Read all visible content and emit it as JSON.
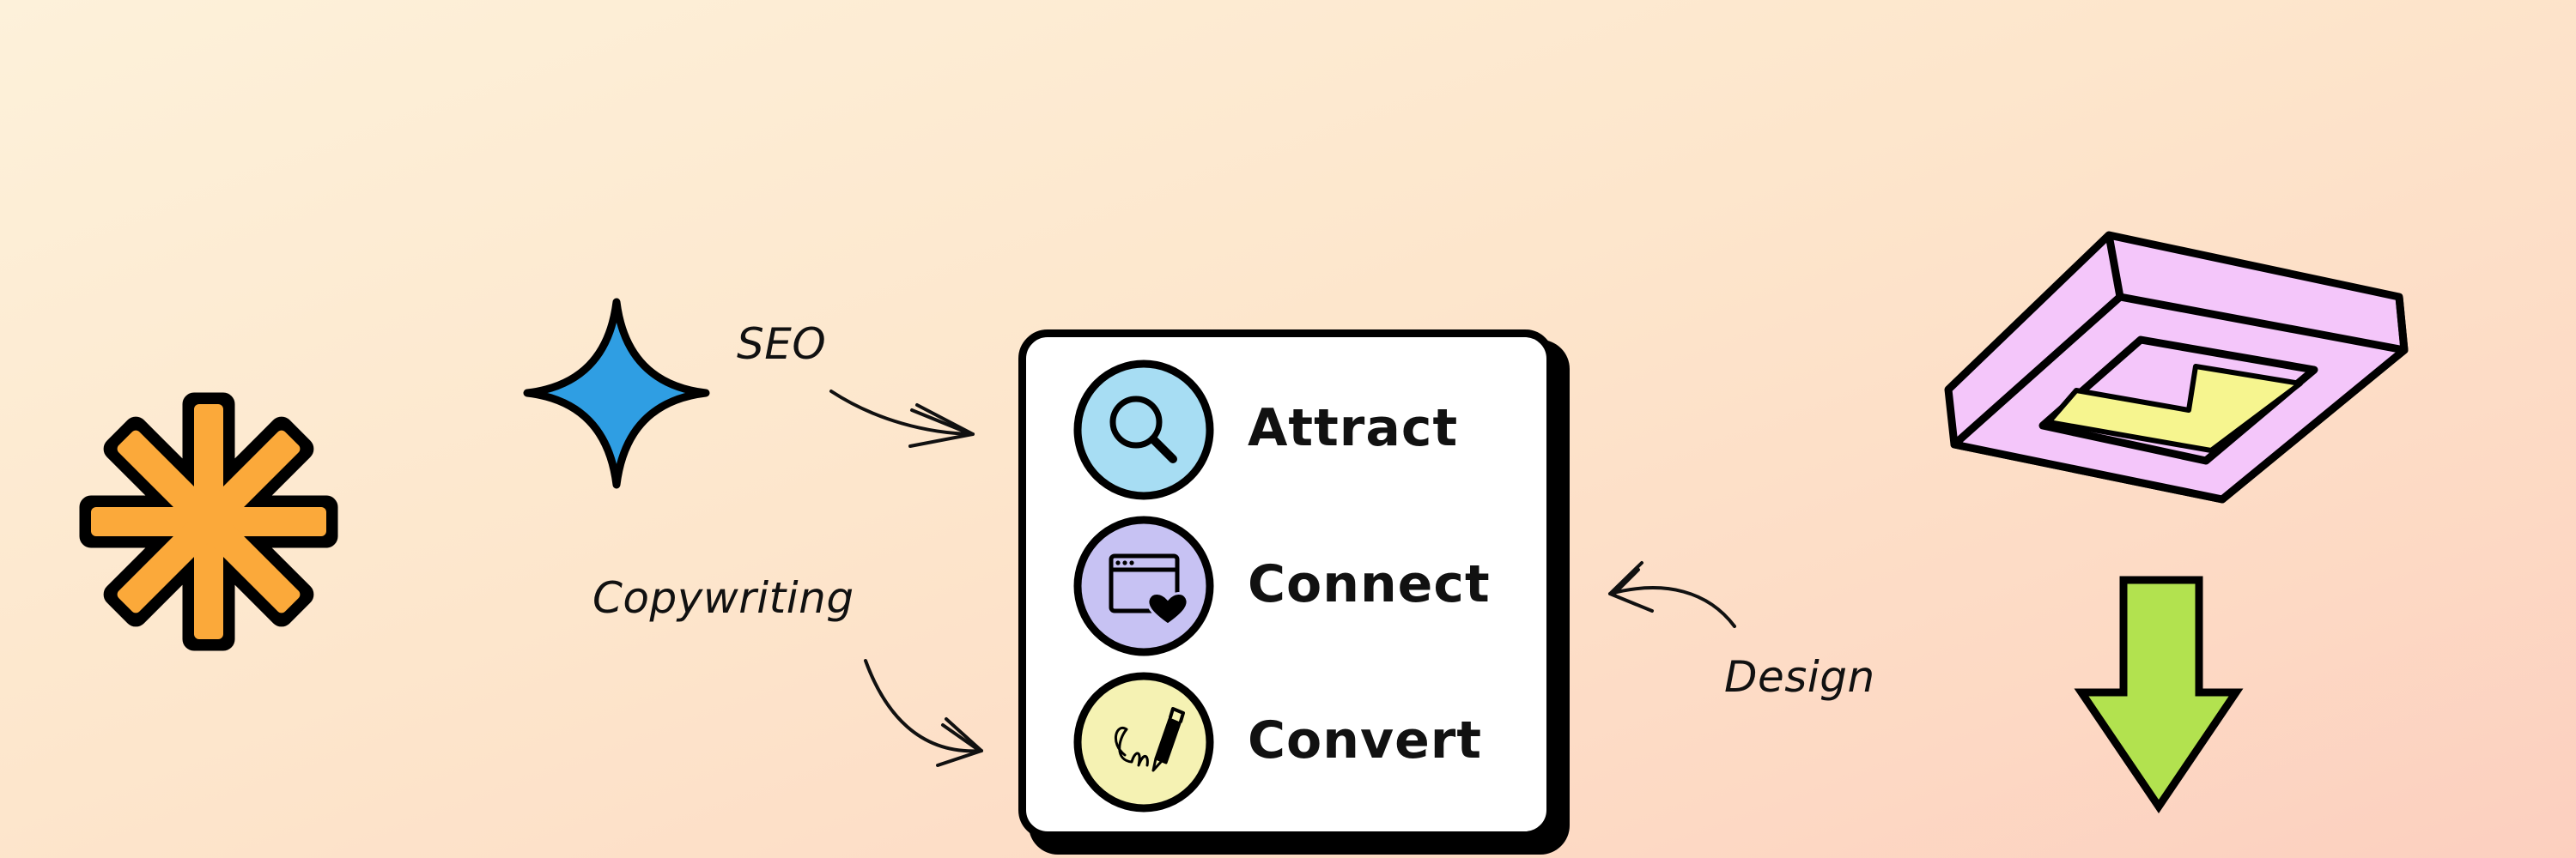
{
  "labels": {
    "seo": "SEO",
    "copywriting": "Copywriting",
    "design": "Design"
  },
  "steps": [
    {
      "label": "Attract",
      "icon": "magnifier-icon",
      "color": "#a7ddf3"
    },
    {
      "label": "Connect",
      "icon": "browser-heart-icon",
      "color": "#c7c2f3"
    },
    {
      "label": "Convert",
      "icon": "signature-pen-icon",
      "color": "#f5f2b3"
    }
  ],
  "colors": {
    "asterisk": "#fba93a",
    "sparkle": "#2f9ee3",
    "box_pink": "#f4c6fa",
    "box_yellow": "#f6f58f",
    "arrow_green": "#b2e24f"
  }
}
